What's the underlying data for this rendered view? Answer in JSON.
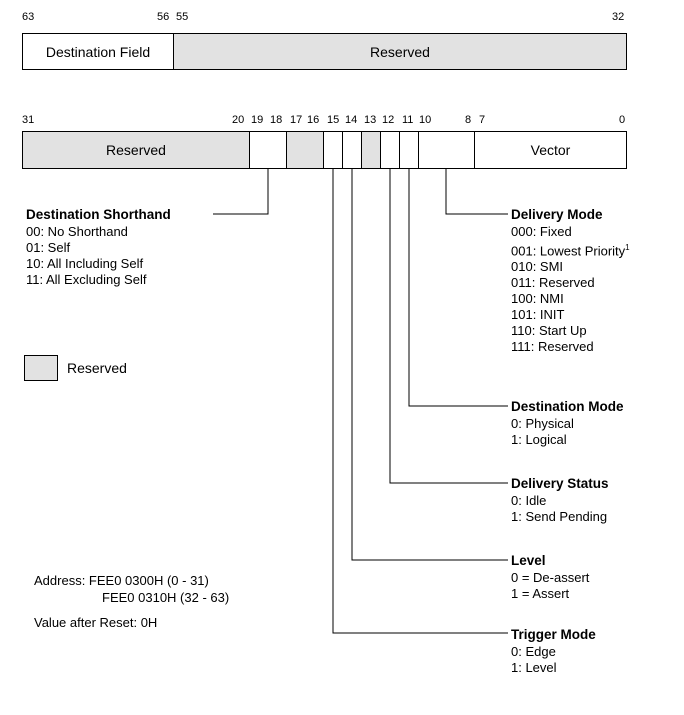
{
  "upper": {
    "bits": [
      "63",
      "56",
      "55",
      "32"
    ],
    "destination_field": "Destination Field",
    "reserved": "Reserved"
  },
  "lower": {
    "bits": [
      "31",
      "20",
      "19",
      "18",
      "17",
      "16",
      "15",
      "14",
      "13",
      "12",
      "11",
      "10",
      "8",
      "7",
      "0"
    ],
    "reserved": "Reserved",
    "vector": "Vector"
  },
  "destination_shorthand": {
    "title": "Destination Shorthand",
    "items": [
      "00: No Shorthand",
      "01: Self",
      "10: All Including Self",
      "11: All Excluding Self"
    ]
  },
  "legend": {
    "reserved_label": "Reserved",
    "reserved_color": "#e2e2e2"
  },
  "delivery_mode": {
    "title": "Delivery Mode",
    "items": [
      "000: Fixed",
      "001: Lowest Priority",
      "010: SMI",
      "011: Reserved",
      "100: NMI",
      "101: INIT",
      "110: Start Up",
      "111: Reserved"
    ],
    "footnote_mark": "1"
  },
  "destination_mode": {
    "title": "Destination Mode",
    "items": [
      "0: Physical",
      "1: Logical"
    ]
  },
  "delivery_status": {
    "title": "Delivery Status",
    "items": [
      "0: Idle",
      "1: Send Pending"
    ]
  },
  "level": {
    "title": "Level",
    "items": [
      "0 = De-assert",
      "1 = Assert"
    ]
  },
  "trigger_mode": {
    "title": "Trigger Mode",
    "items": [
      "0: Edge",
      "1: Level"
    ]
  },
  "address": {
    "line1": "Address: FEE0 0300H (0 - 31)",
    "line2": "FEE0 0310H (32 - 63)",
    "reset": "Value after Reset: 0H"
  }
}
